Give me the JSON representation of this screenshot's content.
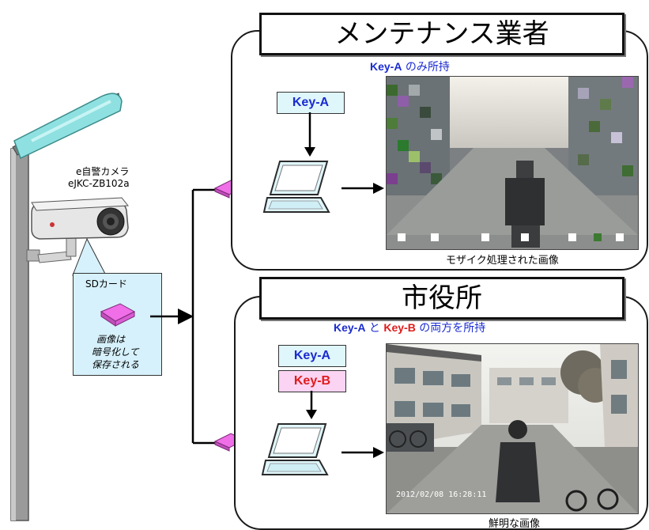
{
  "camera": {
    "name_line1": "e自警カメラ",
    "name_line2": "eJKC-ZB102a"
  },
  "sdcard": {
    "title": "SDカード",
    "desc_line1": "画像は",
    "desc_line2": "暗号化して",
    "desc_line3": "保存される"
  },
  "maintenance": {
    "title": "メンテナンス業者",
    "key_note_key": "Key-A",
    "key_note_text": " のみ所持",
    "key_a_label": "Key-A",
    "image_caption": "モザイク処理された画像"
  },
  "city_office": {
    "title": "市役所",
    "key_note_a": "Key-A",
    "key_note_and": " と ",
    "key_note_b": "Key-B",
    "key_note_text": " の両方を所持",
    "key_a_label": "Key-A",
    "key_b_label": "Key-B",
    "image_caption": "鮮明な画像",
    "timestamp": "2012/02/08  16:28:11"
  },
  "colors": {
    "key_a_text": "#1a2bd0",
    "key_b_text": "#e01b1b",
    "key_a_bg": "#dff6fb",
    "key_b_bg": "#fbd3f3",
    "sd_box_bg": "#d6f1fb",
    "device_magenta": "#f06ee8",
    "street_lamp": "#8fe0e0"
  }
}
